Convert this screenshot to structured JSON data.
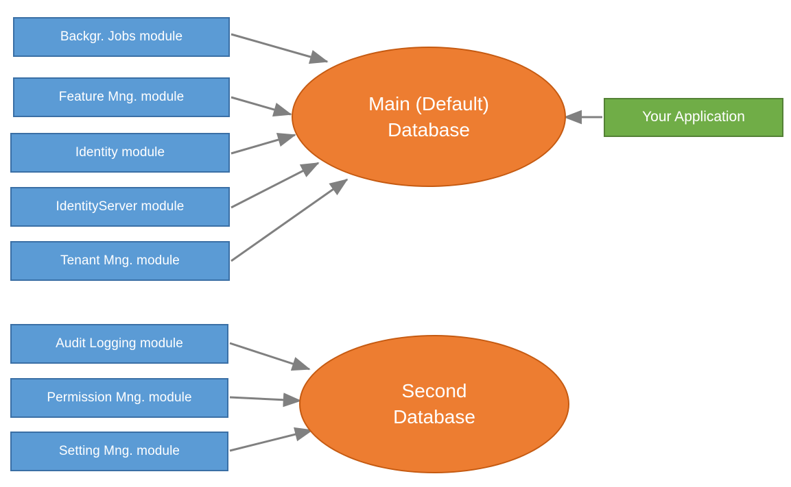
{
  "diagram": {
    "title": "ABP database module mapping diagram",
    "colors": {
      "module_fill": "#5B9BD5",
      "module_stroke": "#3A6FA5",
      "database_fill": "#ED7D31",
      "database_stroke": "#C55A11",
      "application_fill": "#70AD47",
      "application_stroke": "#538135",
      "arrow": "#808080",
      "label_text": "#FFFFFF",
      "background": "#FFFFFF"
    },
    "main_db_modules": [
      {
        "id": "background-jobs",
        "label": "Backgr. Jobs module"
      },
      {
        "id": "feature-management",
        "label": "Feature Mng. module"
      },
      {
        "id": "identity",
        "label": "Identity module"
      },
      {
        "id": "identity-server",
        "label": "IdentityServer module"
      },
      {
        "id": "tenant-management",
        "label": "Tenant Mng. module"
      }
    ],
    "second_db_modules": [
      {
        "id": "audit-logging",
        "label": "Audit Logging module"
      },
      {
        "id": "permission-management",
        "label": "Permission Mng. module"
      },
      {
        "id": "setting-management",
        "label": "Setting Mng. module"
      }
    ],
    "databases": [
      {
        "id": "main-database",
        "label": "Main (Default)\nDatabase"
      },
      {
        "id": "second-database",
        "label": "Second\nDatabase"
      }
    ],
    "application": {
      "id": "your-application",
      "label": "Your Application"
    },
    "connections": [
      {
        "from": "background-jobs",
        "to": "main-database",
        "direction": "to-database"
      },
      {
        "from": "feature-management",
        "to": "main-database",
        "direction": "to-database"
      },
      {
        "from": "identity",
        "to": "main-database",
        "direction": "to-database"
      },
      {
        "from": "identity-server",
        "to": "main-database",
        "direction": "to-database"
      },
      {
        "from": "tenant-management",
        "to": "main-database",
        "direction": "to-database"
      },
      {
        "from": "your-application",
        "to": "main-database",
        "direction": "to-database"
      },
      {
        "from": "audit-logging",
        "to": "second-database",
        "direction": "to-database"
      },
      {
        "from": "permission-management",
        "to": "second-database",
        "direction": "to-database"
      },
      {
        "from": "setting-management",
        "to": "second-database",
        "direction": "to-database"
      }
    ]
  }
}
